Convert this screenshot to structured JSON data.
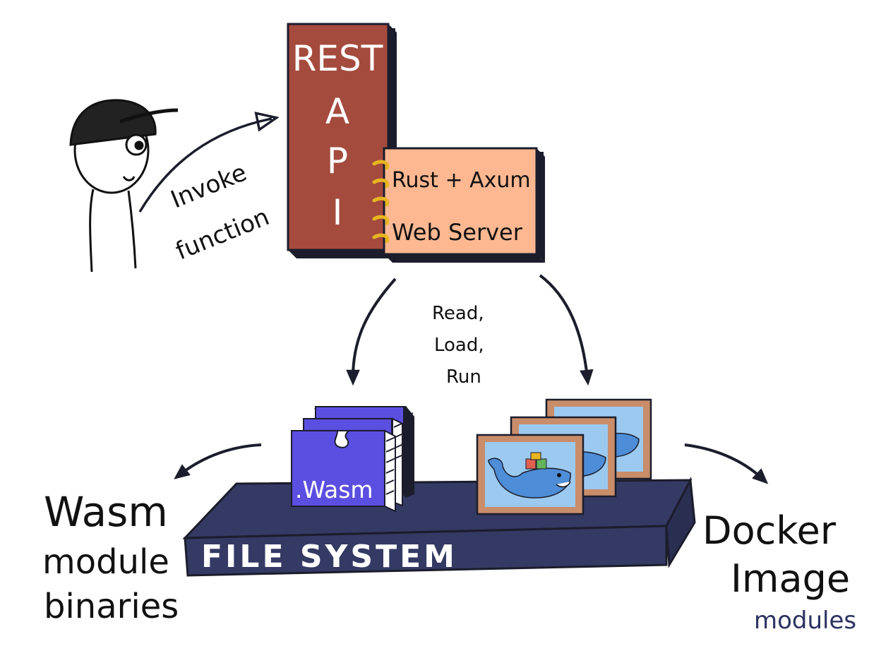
{
  "api": {
    "title_line1": "REST",
    "letter_a": "A",
    "letter_p": "P",
    "letter_i": "I"
  },
  "server": {
    "line1": "Rust + Axum",
    "line2": "Web Server"
  },
  "invoke": {
    "line1": "Invoke",
    "line2": "function"
  },
  "flow": {
    "line1": "Read,",
    "line2": "Load,",
    "line3": "Run"
  },
  "filesystem": {
    "label": "FILE SYSTEM"
  },
  "wasm_block": {
    "label": ".Wasm"
  },
  "wasm_caption": {
    "line1": "Wasm",
    "line2": "module",
    "line3": "binaries"
  },
  "docker_caption": {
    "line1": "Docker",
    "line2": "Image",
    "line3": "modules"
  },
  "colors": {
    "api_red": "#a44b3e",
    "server_peach": "#fdb891",
    "platform_navy": "#343a63",
    "wasm_purple": "#5b4fe1",
    "frame_brown": "#c98d6a",
    "docker_sky": "#9cc9ef",
    "whale_blue": "#4e8dd7",
    "ink": "#1b1d2c"
  }
}
